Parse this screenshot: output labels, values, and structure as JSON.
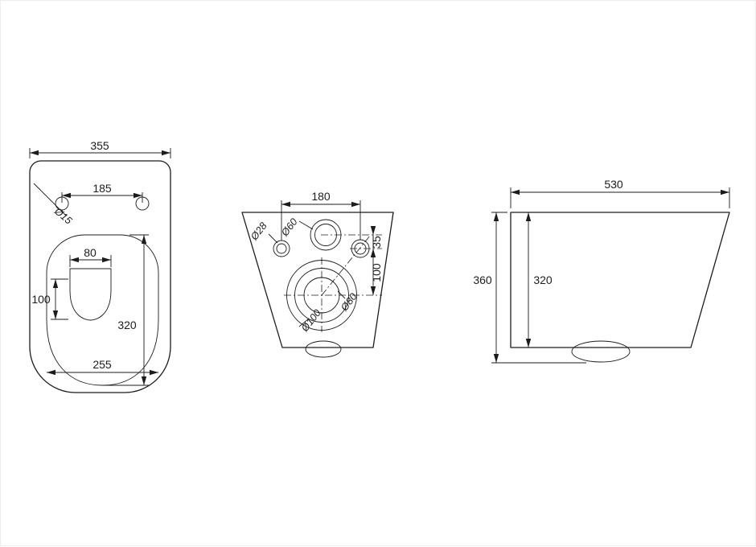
{
  "meta": {
    "background": "#ffffff",
    "line_color": "#1c1c1c"
  },
  "top_view": {
    "overall_width": "355",
    "hole_spacing": "185",
    "hole_diameter": "Ø15",
    "opening_width": "80",
    "opening_depth": "100",
    "bowl_length": "320",
    "bowl_width": "255"
  },
  "back_view": {
    "fixing_spacing": "180",
    "fixing_hole_diameter": "Ø28",
    "inlet_diameter": "Ø60",
    "inlet_offset": "35",
    "drain_offset": "100",
    "drain_inner_diameter": "Ø80",
    "drain_outer_diameter": "Ø100"
  },
  "side_view": {
    "overall_depth": "530",
    "overall_height": "360",
    "body_height": "320"
  }
}
